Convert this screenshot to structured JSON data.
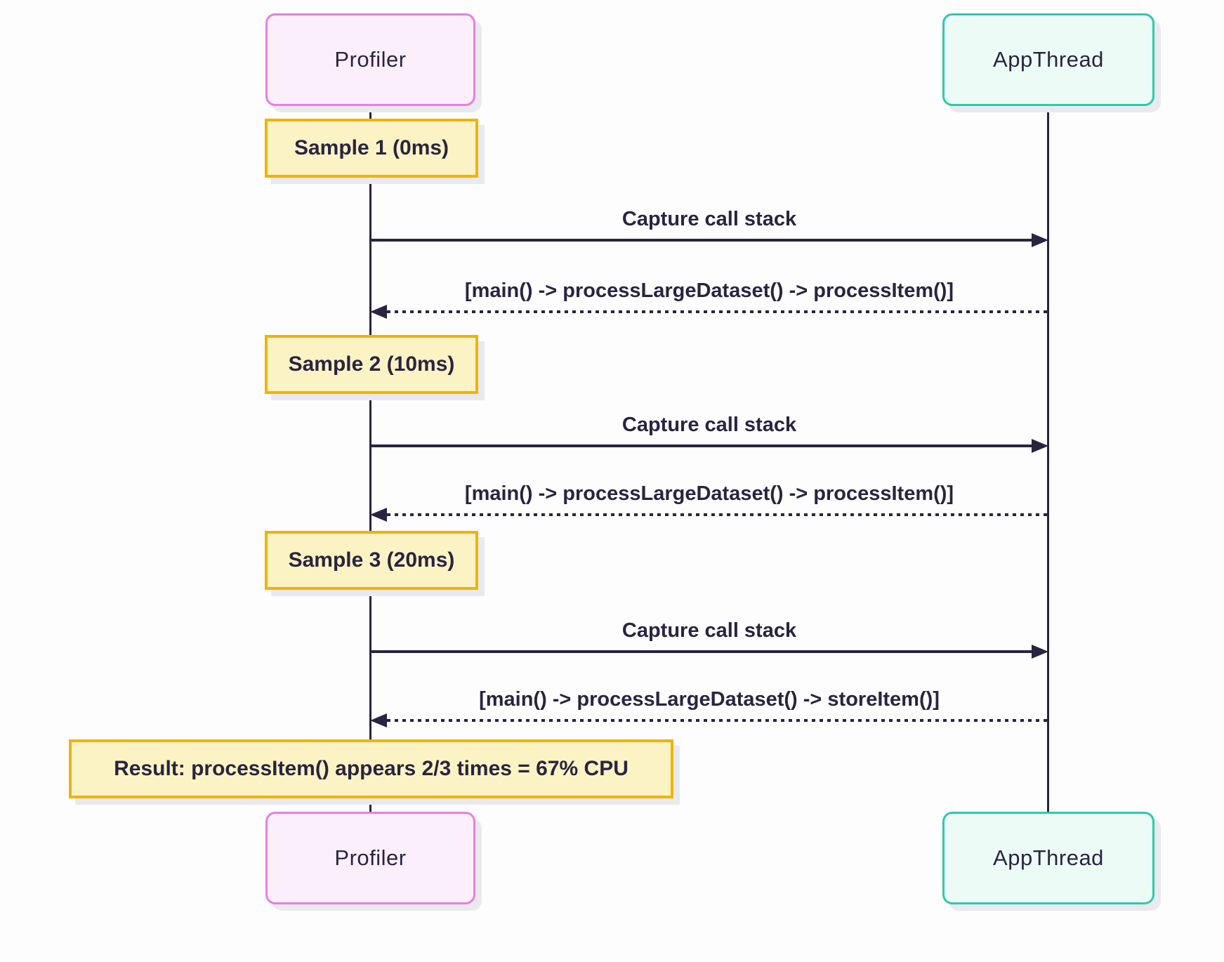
{
  "diagram_type": "sequence",
  "actors": [
    {
      "id": "profiler",
      "label": "Profiler"
    },
    {
      "id": "appthread",
      "label": "AppThread"
    }
  ],
  "notes": [
    {
      "over": "Profiler",
      "text": "Sample 1 (0ms)"
    },
    {
      "over": "Profiler",
      "text": "Sample 2 (10ms)"
    },
    {
      "over": "Profiler",
      "text": "Sample 3 (20ms)"
    },
    {
      "over": "Profiler",
      "text": "Result: processItem() appears 2/3 times = 67% CPU"
    }
  ],
  "messages": [
    {
      "from": "Profiler",
      "to": "AppThread",
      "style": "solid",
      "text": "Capture call stack"
    },
    {
      "from": "AppThread",
      "to": "Profiler",
      "style": "dashed",
      "text": "[main() -> processLargeDataset() -> processItem()]"
    },
    {
      "from": "Profiler",
      "to": "AppThread",
      "style": "solid",
      "text": "Capture call stack"
    },
    {
      "from": "AppThread",
      "to": "Profiler",
      "style": "dashed",
      "text": "[main() -> processLargeDataset() -> processItem()]"
    },
    {
      "from": "Profiler",
      "to": "AppThread",
      "style": "solid",
      "text": "Capture call stack"
    },
    {
      "from": "AppThread",
      "to": "Profiler",
      "style": "dashed",
      "text": "[main() -> processLargeDataset() -> storeItem()]"
    }
  ],
  "colors": {
    "ink": "#2A2440",
    "profiler_fill": "#FCEFFC",
    "profiler_border": "#E77EE3",
    "appthread_fill": "#EDFBF7",
    "appthread_border": "#2FC9AC",
    "note_fill": "#FCF3C4",
    "note_border": "#F0B400",
    "background": "#FDFDFE"
  }
}
